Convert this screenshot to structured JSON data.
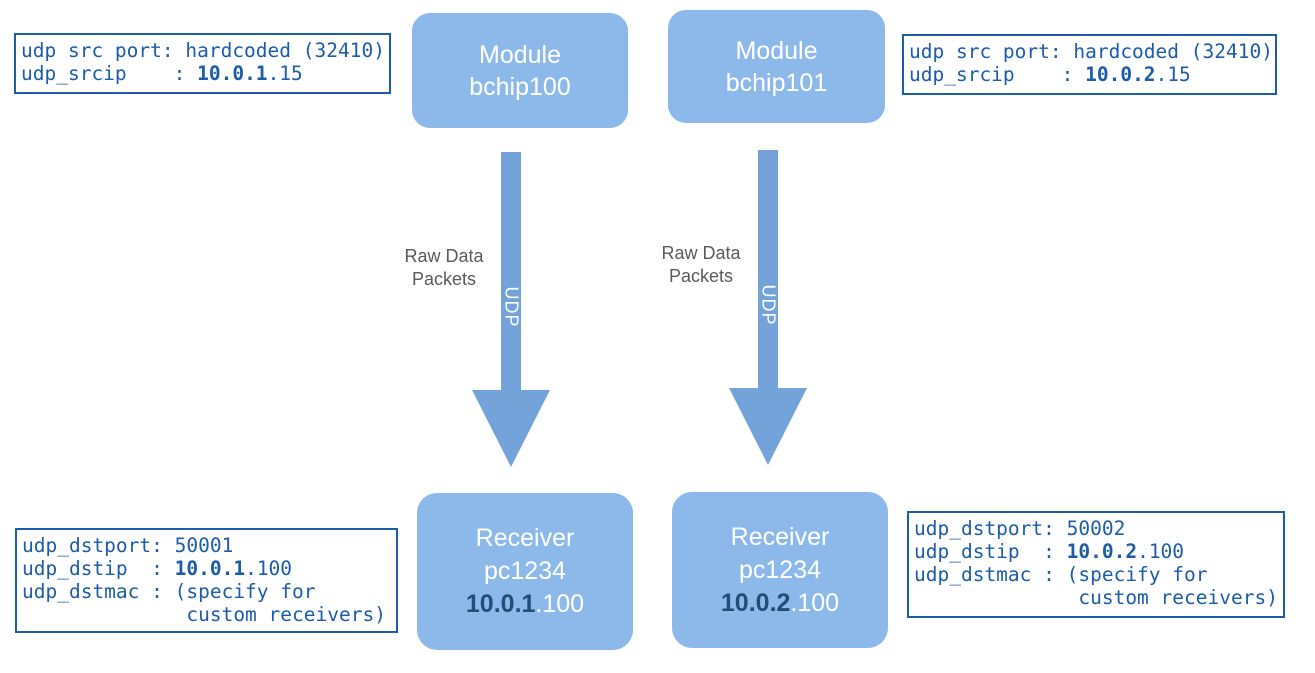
{
  "colors": {
    "accent_text": "#1C5CA8",
    "box_fill": "#8DB9EA",
    "arrow_fill": "#74A3D9",
    "ip_dark": "#1F4E79",
    "gray_label": "#5A5A5A"
  },
  "nodes": {
    "module1": {
      "line1": "Module",
      "line2": "bchip100"
    },
    "module2": {
      "line1": "Module",
      "line2": "bchip101"
    },
    "receiver1": {
      "line1": "Receiver",
      "line2": "pc1234",
      "ip_bold": "10.0.1",
      "ip_rest": ".100"
    },
    "receiver2": {
      "line1": "Receiver",
      "line2": "pc1234",
      "ip_bold": "10.0.2",
      "ip_rest": ".100"
    }
  },
  "config_boxes": {
    "src_left": {
      "line1": "udp src port: hardcoded (32410)",
      "line2_label": "udp_srcip    : ",
      "line2_ip_bold": "10.0.1",
      "line2_ip_rest": ".15"
    },
    "src_right": {
      "line1": "udp src port: hardcoded (32410)",
      "line2_label": "udp_srcip    : ",
      "line2_ip_bold": "10.0.2",
      "line2_ip_rest": ".15"
    },
    "dst_left": {
      "line1": "udp_dstport: 50001",
      "line2_label": "udp_dstip  : ",
      "line2_ip_bold": "10.0.1",
      "line2_ip_rest": ".100",
      "line3": "udp_dstmac : (specify for",
      "line4": "              custom receivers)"
    },
    "dst_right": {
      "line1": "udp_dstport: 50002",
      "line2_label": "udp_dstip  : ",
      "line2_ip_bold": "10.0.2",
      "line2_ip_rest": ".100",
      "line3": "udp_dstmac : (specify for",
      "line4": "              custom receivers)"
    }
  },
  "arrows": {
    "left": {
      "label_line1": "Raw Data",
      "label_line2": "Packets",
      "text": "UDP"
    },
    "right": {
      "label_line1": "Raw Data",
      "label_line2": "Packets",
      "text": "UDP"
    }
  }
}
